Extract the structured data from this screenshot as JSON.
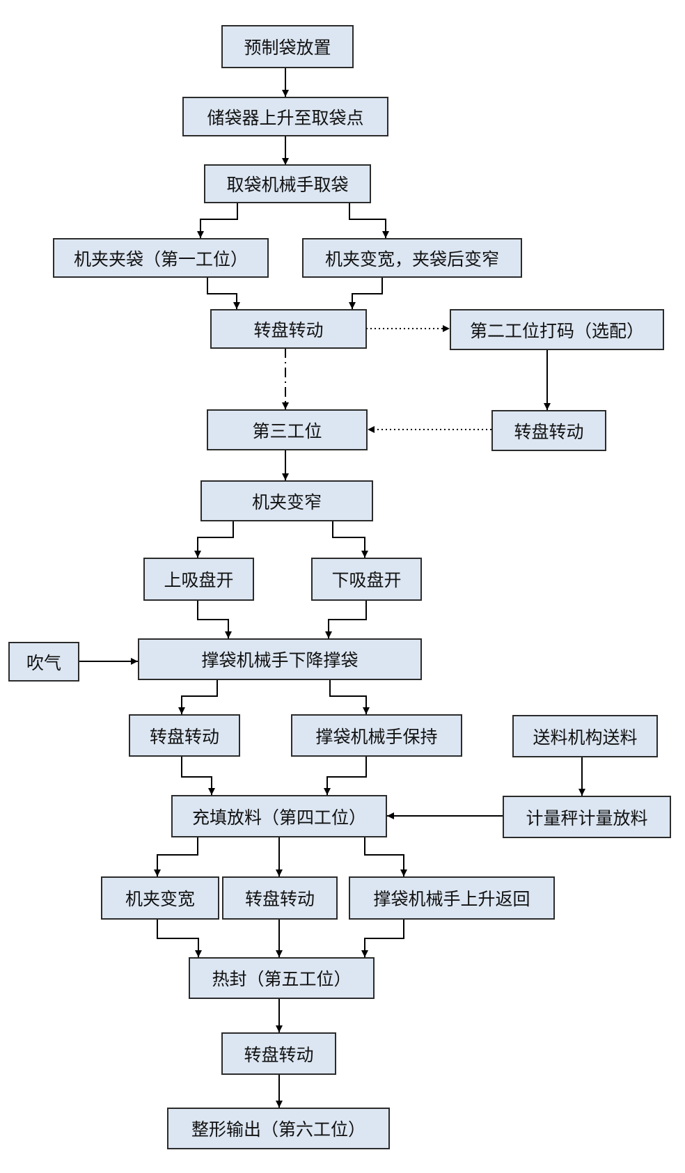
{
  "nodes": {
    "n1": "预制袋放置",
    "n2": "储袋器上升至取袋点",
    "n3": "取袋机械手取袋",
    "n4": "机夹夹袋（第一工位）",
    "n5": "机夹变宽，夹袋后变窄",
    "n6": "转盘转动",
    "n7": "第二工位打码（选配）",
    "n8": "第三工位",
    "n9": "转盘转动",
    "n10": "机夹变窄",
    "n11": "上吸盘开",
    "n12": "下吸盘开",
    "n13": "吹气",
    "n14": "撑袋机械手下降撑袋",
    "n15": "转盘转动",
    "n16": "撑袋机械手保持",
    "n17": "送料机构送料",
    "n18": "充填放料（第四工位）",
    "n19": "计量秤计量放料",
    "n20": "机夹变宽",
    "n21": "转盘转动",
    "n22": "撑袋机械手上升返回",
    "n23": "热封（第五工位）",
    "n24": "转盘转动",
    "n25": "整形输出（第六工位）"
  },
  "colors": {
    "box_fill": "#dce6f2",
    "box_border": "#2b2b2b",
    "line": "#000000"
  }
}
